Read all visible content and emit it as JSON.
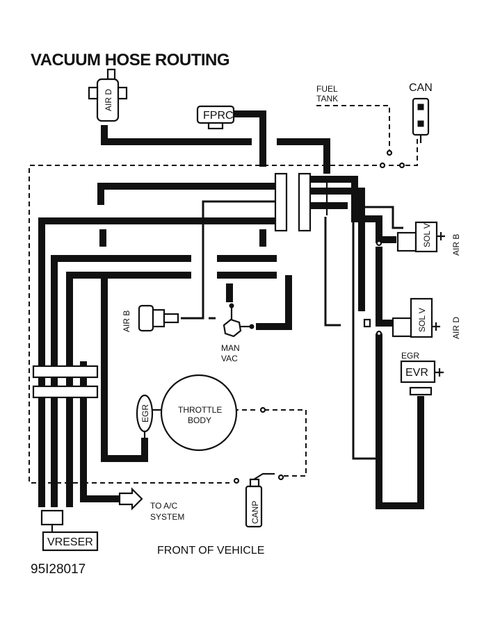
{
  "title": "VACUUM HOSE ROUTING",
  "reference_number": "95I28017",
  "footer_label": "FRONT OF VEHICLE",
  "components": {
    "air_d_top": "AIR D",
    "fprc": "FPRC",
    "fuel_tank": [
      "FUEL",
      "TANK"
    ],
    "can": "CAN",
    "sol_v_upper": "SOL V",
    "air_b_right": "AIR B",
    "sol_v_lower": "SOL V",
    "air_d_right": "AIR D",
    "egr_upper": "EGR",
    "evr": "EVR",
    "air_b_left": "AIR B",
    "man_vac": [
      "MAN",
      "VAC"
    ],
    "egr_left": "EGR",
    "throttle_body": [
      "THROTTLE",
      "BODY"
    ],
    "canp": "CANP",
    "to_ac_system": [
      "TO A/C",
      "SYSTEM"
    ],
    "vreser": "VRESER"
  }
}
